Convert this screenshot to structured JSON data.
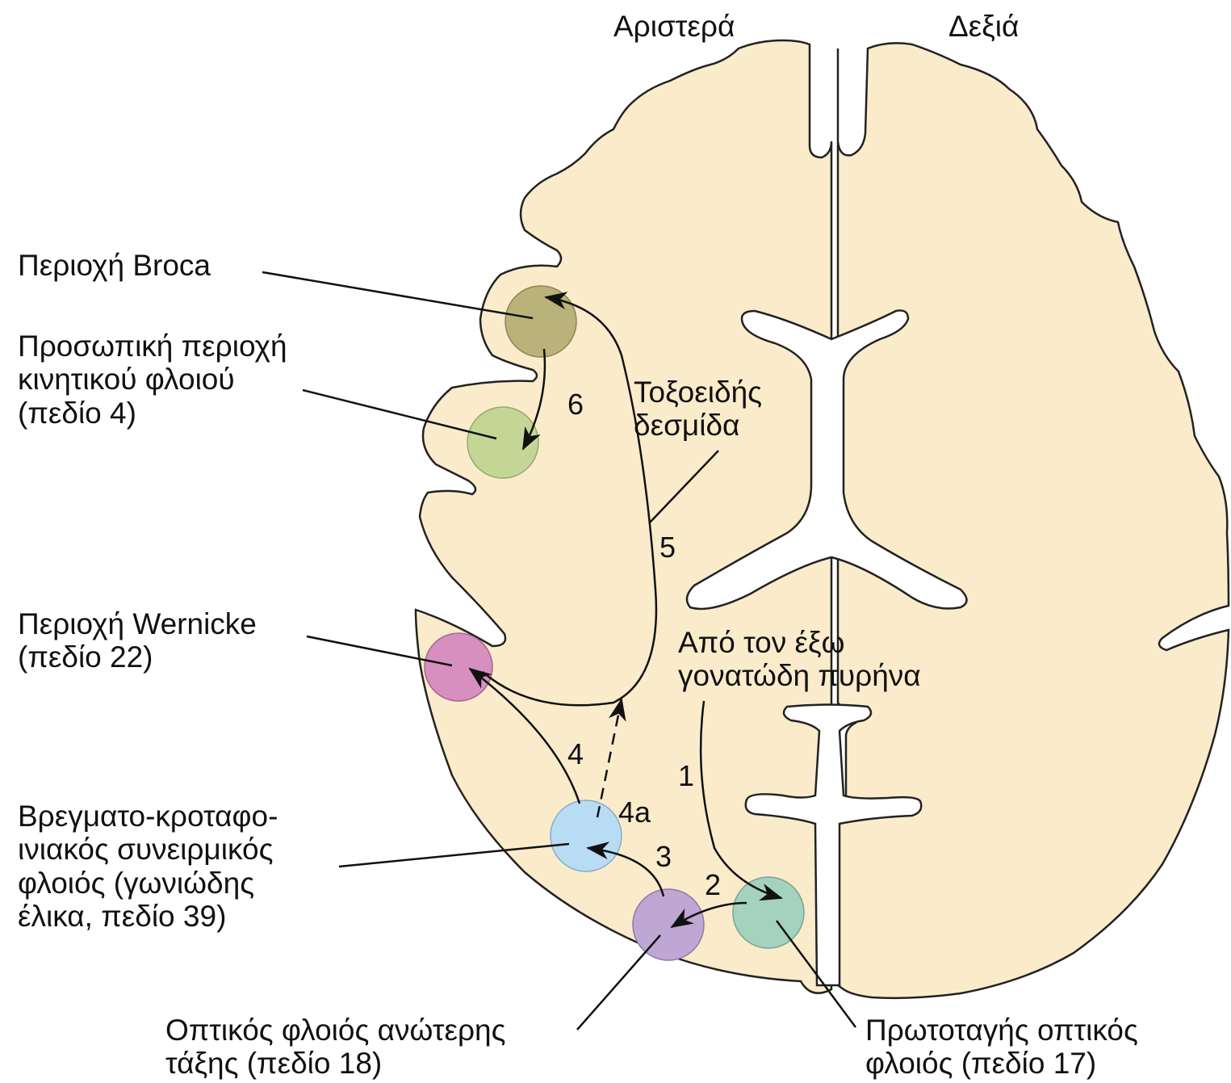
{
  "hemispheres": {
    "left": "Αριστερά",
    "right": "Δεξιά"
  },
  "labels": {
    "broca": "Περιοχή Broca",
    "motor": "Προσωπική περιοχή\nκινητικού φλοιού\n(πεδίο 4)",
    "arcuate": "Τοξοειδής\nδεσμίδα",
    "wernicke": "Περιοχή Wernicke\n(πεδίο 22)",
    "lgn": "Από τον έξω\nγονατώδη πυρήνα",
    "angular": "Βρεγματο-κροταφο-\nινιακός συνειρμικός\nφλοιός (γωνιώδης\nέλικα, πεδίο 39)",
    "visual_higher": "Οπτικός φλοιός ανώτερης\nτάξης (πεδίο 18)",
    "visual_primary": "Πρωτοταγής οπτικός\nφλοιός (πεδίο 17)"
  },
  "steps": [
    "1",
    "2",
    "3",
    "4",
    "4a",
    "5",
    "6"
  ],
  "colors": {
    "brain": "#faebcb",
    "broca": "#b9b27a",
    "motor": "#c3d696",
    "wernicke": "#d68fbe",
    "angular": "#b9dcf5",
    "visual_higher": "#bfa7d4",
    "visual_primary": "#a5d2bf"
  }
}
